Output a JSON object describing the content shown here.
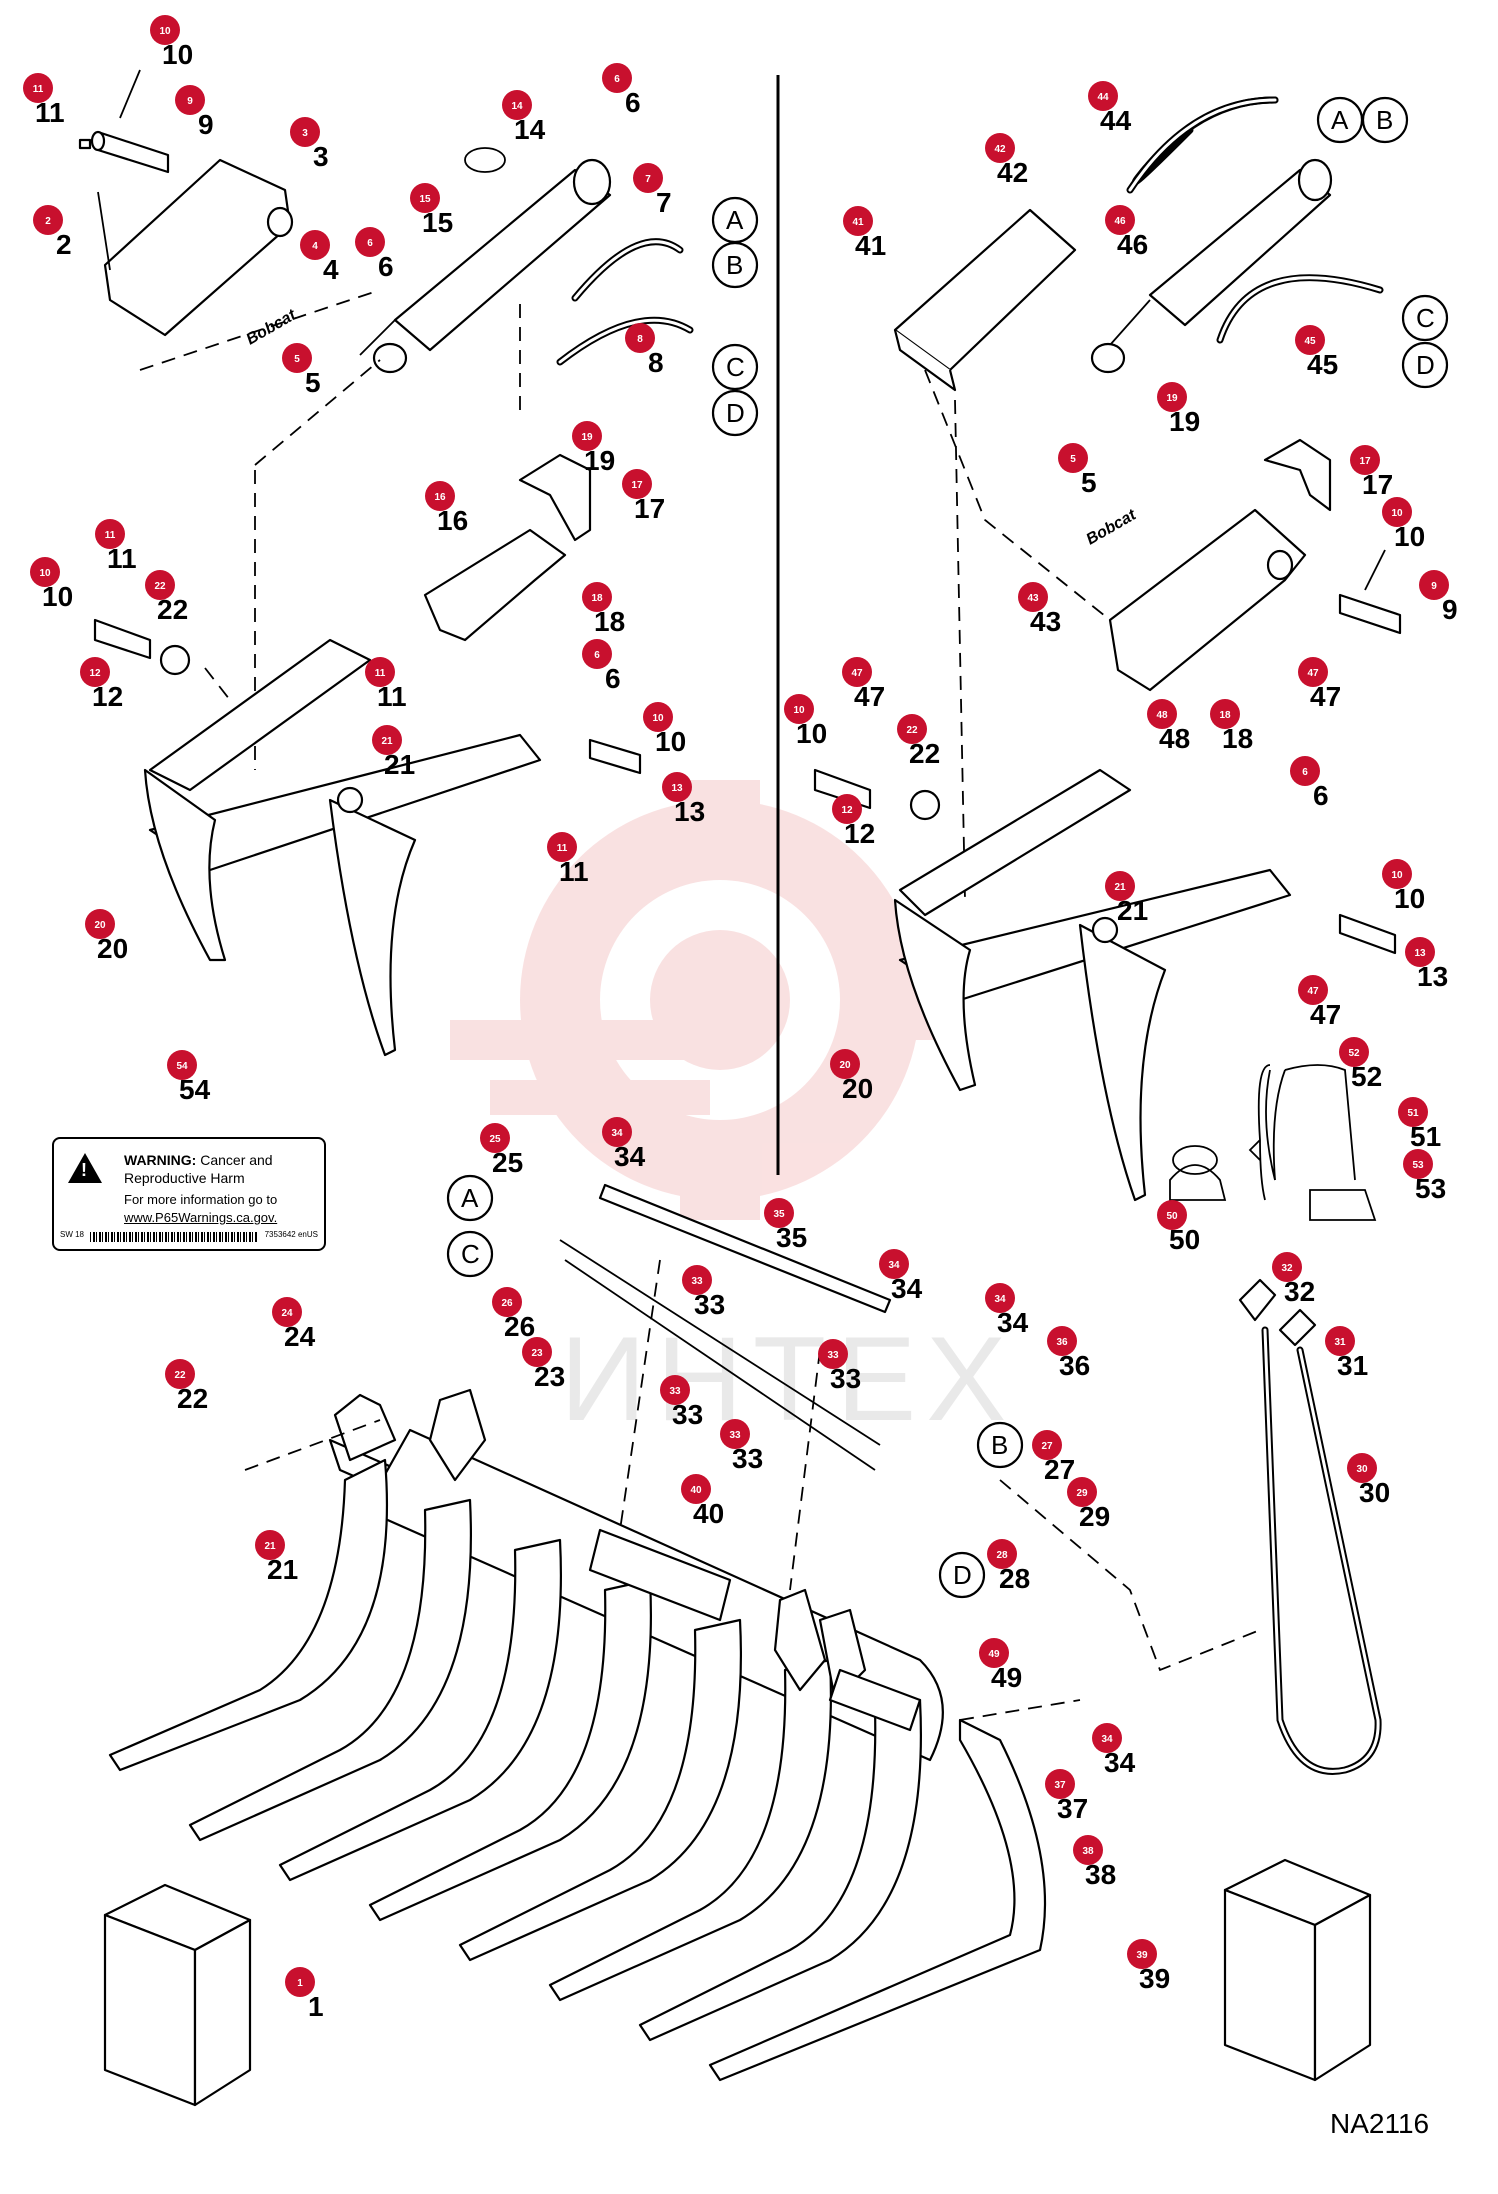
{
  "drawing_id": "NA2116",
  "brand_decal_text": "Bobcat",
  "watermark_text": "ИНТЕХ",
  "colors": {
    "callout_fill": "#c8102e",
    "callout_text": "#ffffff",
    "line": "#000000",
    "watermark": "#f2b8b8"
  },
  "warning_label": {
    "signal_word": "WARNING:",
    "line1_rest": "Cancer and",
    "line2": "Reproductive Harm",
    "info_line1": "For more information go to",
    "info_url": "www.P65Warnings.ca.gov.",
    "footer_left": "SW 18",
    "footer_code": "7353642 enUS"
  },
  "connection_labels": {
    "A1": "A",
    "B1": "B",
    "C1": "C",
    "D1": "D",
    "A2": "A",
    "B2": "B",
    "C2": "C",
    "D2": "D",
    "A3": "A",
    "C3": "C",
    "B3": "B",
    "D3": "D"
  },
  "callouts": [
    "10",
    "11",
    "9",
    "3",
    "2",
    "4",
    "5",
    "6",
    "14",
    "15",
    "6",
    "7",
    "8",
    "42",
    "44",
    "41",
    "46",
    "45",
    "19",
    "17",
    "5",
    "10",
    "9",
    "43",
    "47",
    "48",
    "18",
    "16",
    "19",
    "17",
    "18",
    "10",
    "11",
    "22",
    "12",
    "11",
    "6",
    "21",
    "10",
    "13",
    "11",
    "20",
    "10",
    "12",
    "47",
    "22",
    "6",
    "21",
    "10",
    "13",
    "47",
    "20",
    "54",
    "52",
    "51",
    "53",
    "50",
    "25",
    "26",
    "24",
    "22",
    "23",
    "21",
    "34",
    "35",
    "33",
    "34",
    "33",
    "33",
    "33",
    "40",
    "34",
    "36",
    "27",
    "29",
    "28",
    "49",
    "34",
    "37",
    "38",
    "32",
    "31",
    "30",
    "1",
    "39"
  ]
}
